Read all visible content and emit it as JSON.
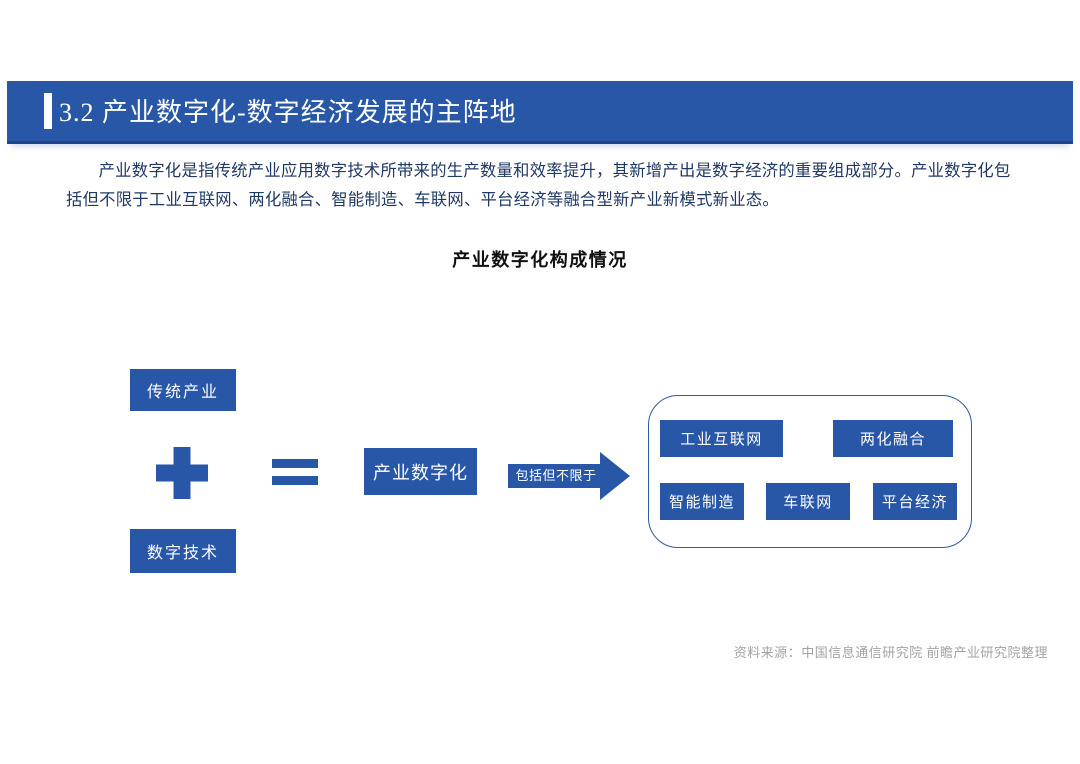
{
  "header": {
    "title": "3.2 产业数字化-数字经济发展的主阵地"
  },
  "intro": {
    "paragraph": "产业数字化是指传统产业应用数字技术所带来的生产数量和效率提升，其新增产出是数字经济的重要组成部分。产业数字化包括但不限于工业互联网、两化融合、智能制造、车联网、平台经济等融合型新产业新模式新业态。"
  },
  "diagram": {
    "title": "产业数字化构成情况",
    "traditional_industry_box": "传统产业",
    "digital_technology_box": "数字技术",
    "result_box": "产业数字化",
    "arrow_label": "包括但不限于",
    "icons": {
      "plus": "plus-icon",
      "equals": "equals-icon",
      "arrow": "right-arrow-icon"
    },
    "components": [
      "工业互联网",
      "两化融合",
      "智能制造",
      "车联网",
      "平台经济"
    ]
  },
  "footer": {
    "source": "资料来源：中国信息通信研究院 前瞻产业研究院整理"
  },
  "colors": {
    "primary_blue": "#2857A8",
    "header_bottom_border": "#1E4489",
    "body_text_navy": "#1F3864",
    "source_gray": "#A3A3A3"
  }
}
